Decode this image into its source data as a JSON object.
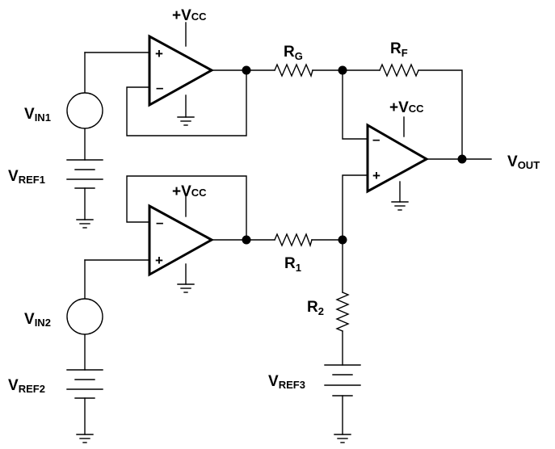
{
  "supply": {
    "main": "+V",
    "sub": "CC"
  },
  "opamp_signs": {
    "plus": "+",
    "minus": "–"
  },
  "labels": {
    "vin1": {
      "main": "V",
      "sub": "IN1"
    },
    "vref1": {
      "main": "V",
      "sub": "REF1"
    },
    "vin2": {
      "main": "V",
      "sub": "IN2"
    },
    "vref2": {
      "main": "V",
      "sub": "REF2"
    },
    "vref3": {
      "main": "V",
      "sub": "REF3"
    },
    "vout": {
      "main": "V",
      "sub": "OUT"
    },
    "rg": {
      "main": "R",
      "sub": "G"
    },
    "rf": {
      "main": "R",
      "sub": "F"
    },
    "r1": {
      "main": "R",
      "sub": "1"
    },
    "r2": {
      "main": "R",
      "sub": "2"
    }
  }
}
